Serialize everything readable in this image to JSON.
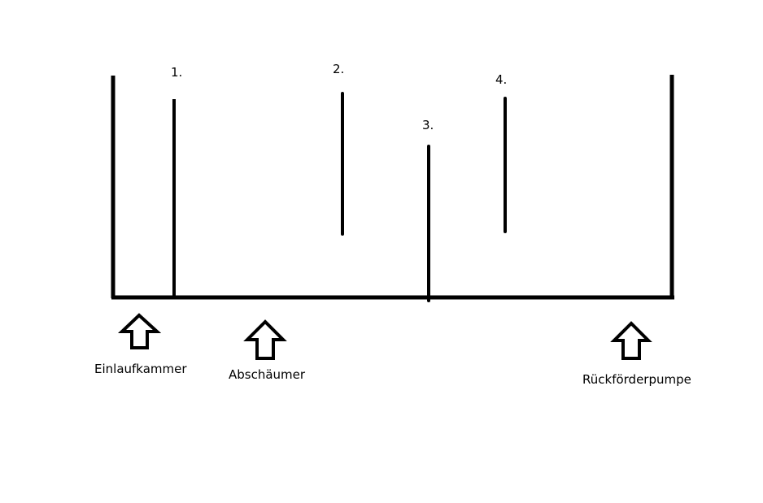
{
  "baffles": [
    {
      "number": "1."
    },
    {
      "number": "2."
    },
    {
      "number": "3."
    },
    {
      "number": "4."
    }
  ],
  "chambers": [
    {
      "label": "Einlaufkammer",
      "icon": "arrow-up-icon"
    },
    {
      "label": "Abschäumer",
      "icon": "arrow-up-icon"
    },
    {
      "label": "Rückförderpumpe",
      "icon": "arrow-up-icon"
    }
  ],
  "colors": {
    "stroke": "#000000",
    "background": "#ffffff"
  }
}
